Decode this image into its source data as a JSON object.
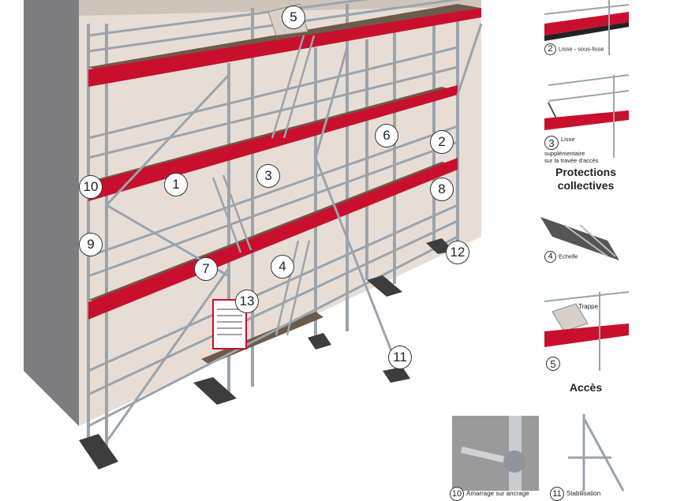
{
  "callouts": [
    {
      "id": "c1",
      "label": "1"
    },
    {
      "id": "c2",
      "label": "2"
    },
    {
      "id": "c3",
      "label": "3"
    },
    {
      "id": "c4",
      "label": "4"
    },
    {
      "id": "c5",
      "label": "5"
    },
    {
      "id": "c6",
      "label": "6"
    },
    {
      "id": "c7",
      "label": "7"
    },
    {
      "id": "c8",
      "label": "8"
    },
    {
      "id": "c9",
      "label": "9"
    },
    {
      "id": "c10",
      "label": "10"
    },
    {
      "id": "c11",
      "label": "11"
    },
    {
      "id": "c12",
      "label": "12"
    },
    {
      "id": "c13",
      "label": "13"
    }
  ],
  "sidebar": {
    "protections": {
      "title": "Protections\ncollectives",
      "item2": {
        "num": "2",
        "caption": "Lisse - sous-lisse"
      },
      "item3": {
        "num": "3",
        "caption_line1": "Lisse supplémentaire",
        "caption_line2": "sur la travée d'accès"
      }
    },
    "acces": {
      "title": "Accès",
      "item4": {
        "num": "4",
        "caption": "Echelle"
      },
      "item5": {
        "num": "5",
        "trappe": "Trappe"
      }
    },
    "bottom": {
      "item10": {
        "num": "10",
        "caption": "Amarrage sur ancrage"
      },
      "item11": {
        "num": "11",
        "caption": "Stabilisation"
      }
    }
  },
  "colors": {
    "deck_red": "#c8102e",
    "deck_wood": "#6e5a4a",
    "wall": "#e8ddd4",
    "wall_side": "#7d7d80",
    "tube": "#9aa4ad",
    "panel_bg": "#f1f1f1"
  }
}
